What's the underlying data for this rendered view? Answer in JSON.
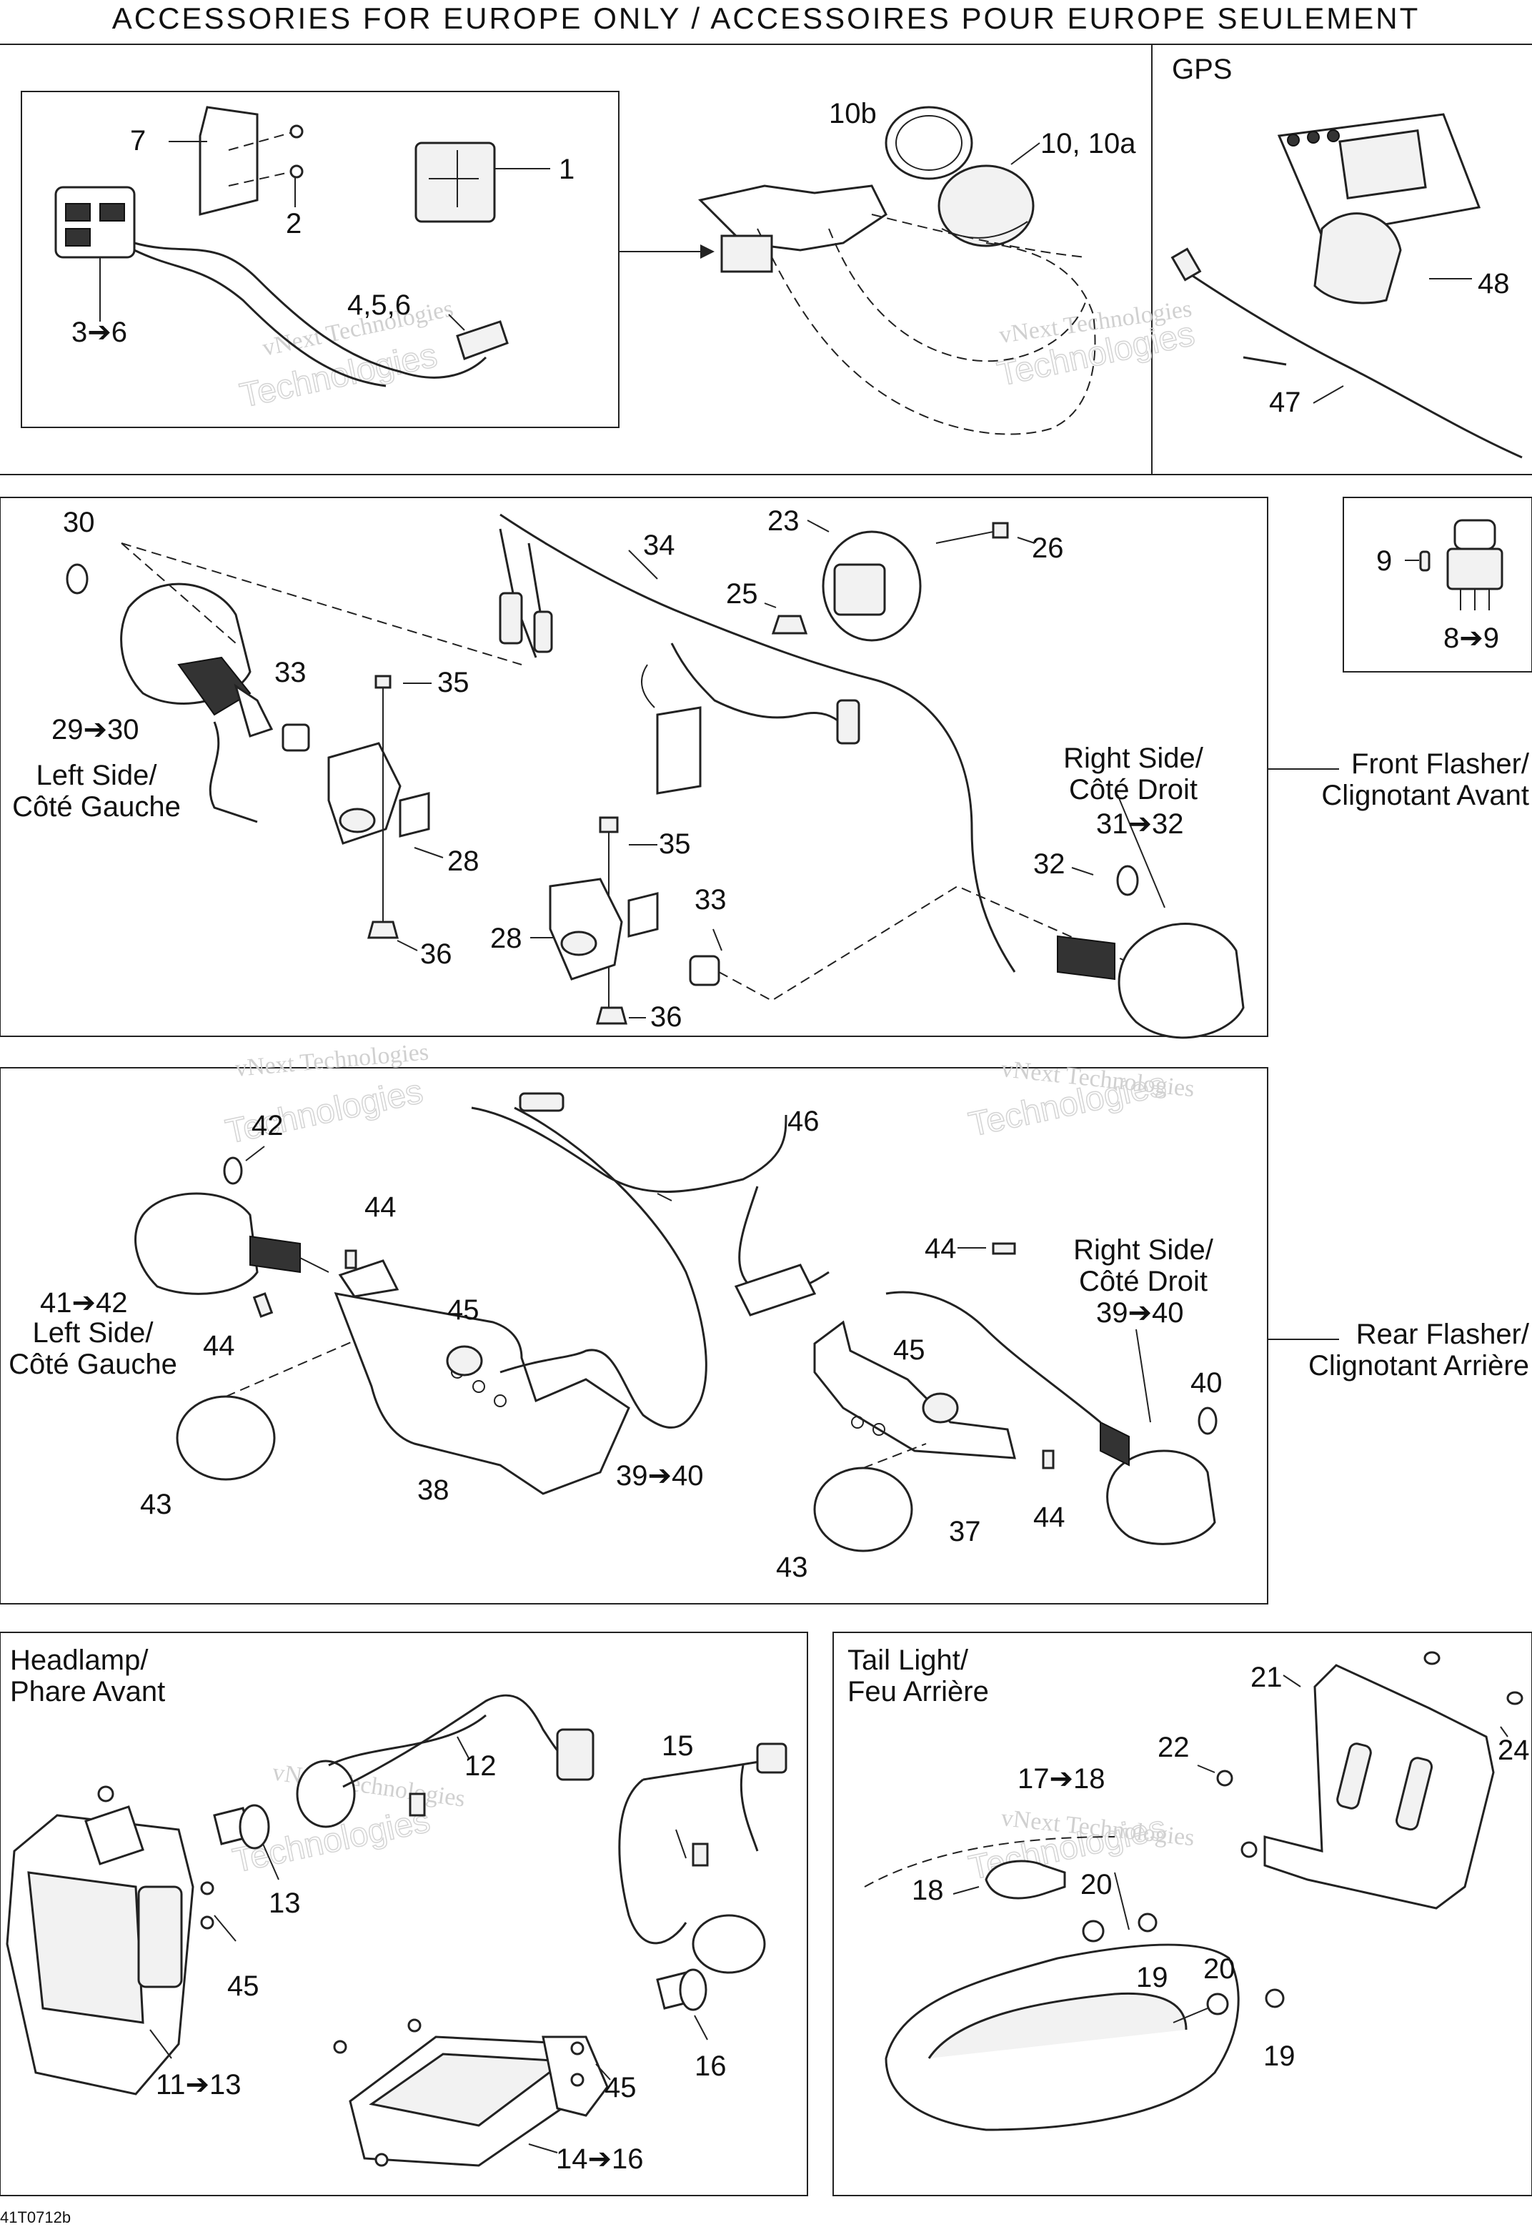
{
  "title": "ACCESSORIES FOR EUROPE ONLY / ACCESSOIRES POUR EUROPE SEULEMENT",
  "part_number": "41T0712b",
  "watermark": {
    "line1": "vNext Technologies",
    "line2": "Technologies",
    "line3": "vNext"
  },
  "sections": {
    "gps": {
      "title": "GPS"
    },
    "front_flasher": {
      "title": "Front Flasher/\nClignotant Avant",
      "left_side": "Left Side/\nCôté Gauche",
      "right_side": "Right Side/\nCôté Droit"
    },
    "rear_flasher": {
      "title": "Rear Flasher/\nClignotant Arrière",
      "left_side": "Left Side/\nCôté Gauche",
      "right_side": "Right Side/\nCôté Droit"
    },
    "headlamp": {
      "title": "Headlamp/\nPhare Avant"
    },
    "tail_light": {
      "title": "Tail Light/\nFeu Arrière"
    }
  },
  "callouts": {
    "c1": "1",
    "c2": "2",
    "c3_6": "3➔6",
    "c456": "4,5,6",
    "c7": "7",
    "c10b": "10b",
    "c10": "10, 10a",
    "c48": "48",
    "c47": "47",
    "c30": "30",
    "c34": "34",
    "c23": "23",
    "c26": "26",
    "c25": "25",
    "c33a": "33",
    "c35a": "35",
    "c29_30": "29➔30",
    "c28a": "28",
    "c36a": "36",
    "c35b": "35",
    "c33b": "33",
    "c28b": "28",
    "c36b": "36",
    "c32": "32",
    "c31_32": "31➔32",
    "c9": "9",
    "c8_9": "8➔9",
    "c42": "42",
    "c44a": "44",
    "c46": "46",
    "c44b": "44",
    "c41_42": "41➔42",
    "c44c": "44",
    "c45a": "45",
    "c45b": "45",
    "c39_40a": "39➔40",
    "c40": "40",
    "c43a": "43",
    "c38": "38",
    "c39_40b": "39➔40",
    "c37": "37",
    "c44d": "44",
    "c43b": "43",
    "c12": "12",
    "c15": "15",
    "c13": "13",
    "c45c": "45",
    "c11_13": "11➔13",
    "c16": "16",
    "c45d": "45",
    "c14_16": "14➔16",
    "c21": "21",
    "c24": "24",
    "c22": "22",
    "c17_18": "17➔18",
    "c18": "18",
    "c20a": "20",
    "c19a": "19",
    "c20b": "20",
    "c19b": "19"
  }
}
